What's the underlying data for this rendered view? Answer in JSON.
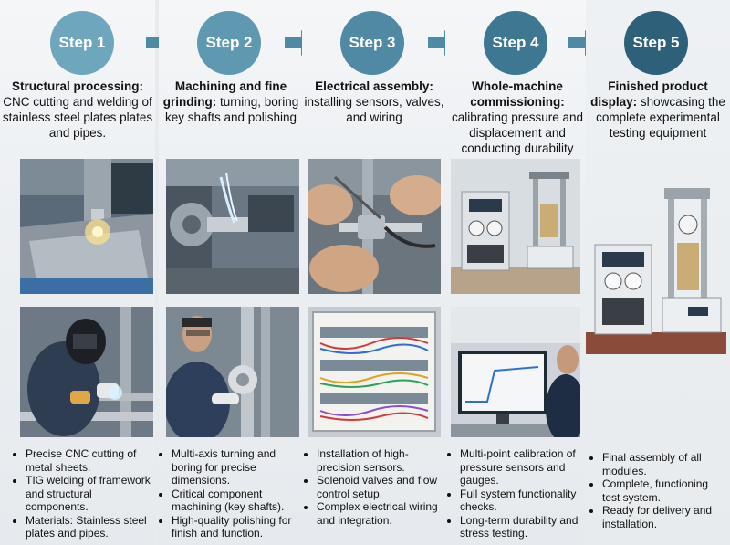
{
  "steps": [
    {
      "label": "Step 1",
      "title_bold": "Structural processing:",
      "title_rest": "CNC cutting and welding of stainless steel plates plates and pipes.",
      "photo_top": "cnc-cutting-photo",
      "photo_bottom": "tig-welding-photo",
      "bullets": [
        "Precise CNC cutting of metal sheets.",
        "TIG welding of framework and structural components.",
        "Materials: Stainless steel plates and pipes."
      ]
    },
    {
      "label": "Step 2",
      "title_bold": "Machining and fine grinding:",
      "title_rest": "turning, boring key shafts and polishing",
      "photo_top": "lathe-turning-photo",
      "photo_bottom": "polishing-photo",
      "bullets": [
        "Multi-axis turning and boring for precise dimensions.",
        "Critical component machining (key shafts).",
        "High-quality polishing for finish and function."
      ]
    },
    {
      "label": "Step 3",
      "title_bold": "Electrical assembly:",
      "title_rest": "installing sensors, valves, and wiring",
      "photo_top": "sensor-install-photo",
      "photo_bottom": "wiring-cabinet-photo",
      "bullets": [
        "Installation of high-precision sensors.",
        "Solenoid valves and flow control setup.",
        "Complex electrical wiring and integration."
      ]
    },
    {
      "label": "Step 4",
      "title_bold": "Whole-machine commissioning:",
      "title_rest": "calibrating pressure and displacement and conducting durability tests",
      "photo_top": "test-machine-photo",
      "photo_bottom": "monitor-testing-photo",
      "bullets": [
        "Multi-point calibration of pressure sensors and gauges.",
        "Full system functionality checks.",
        "Long-term durability and stress testing."
      ]
    },
    {
      "label": "Step 5",
      "title_bold": "Finished product display:",
      "title_rest": "showcasing the complete experimental testing equipment",
      "photo_top": "finished-equipment-photo",
      "bullets": [
        "Final assembly of all modules.",
        "Complete, functioning test system.",
        "Ready for delivery and installation."
      ]
    }
  ],
  "colors": {
    "step1": "#6ea6bd",
    "step2": "#5f98b1",
    "step3": "#4f89a3",
    "step4": "#3e7791",
    "step5": "#2e607a",
    "arrow": "#4d8aa3"
  }
}
